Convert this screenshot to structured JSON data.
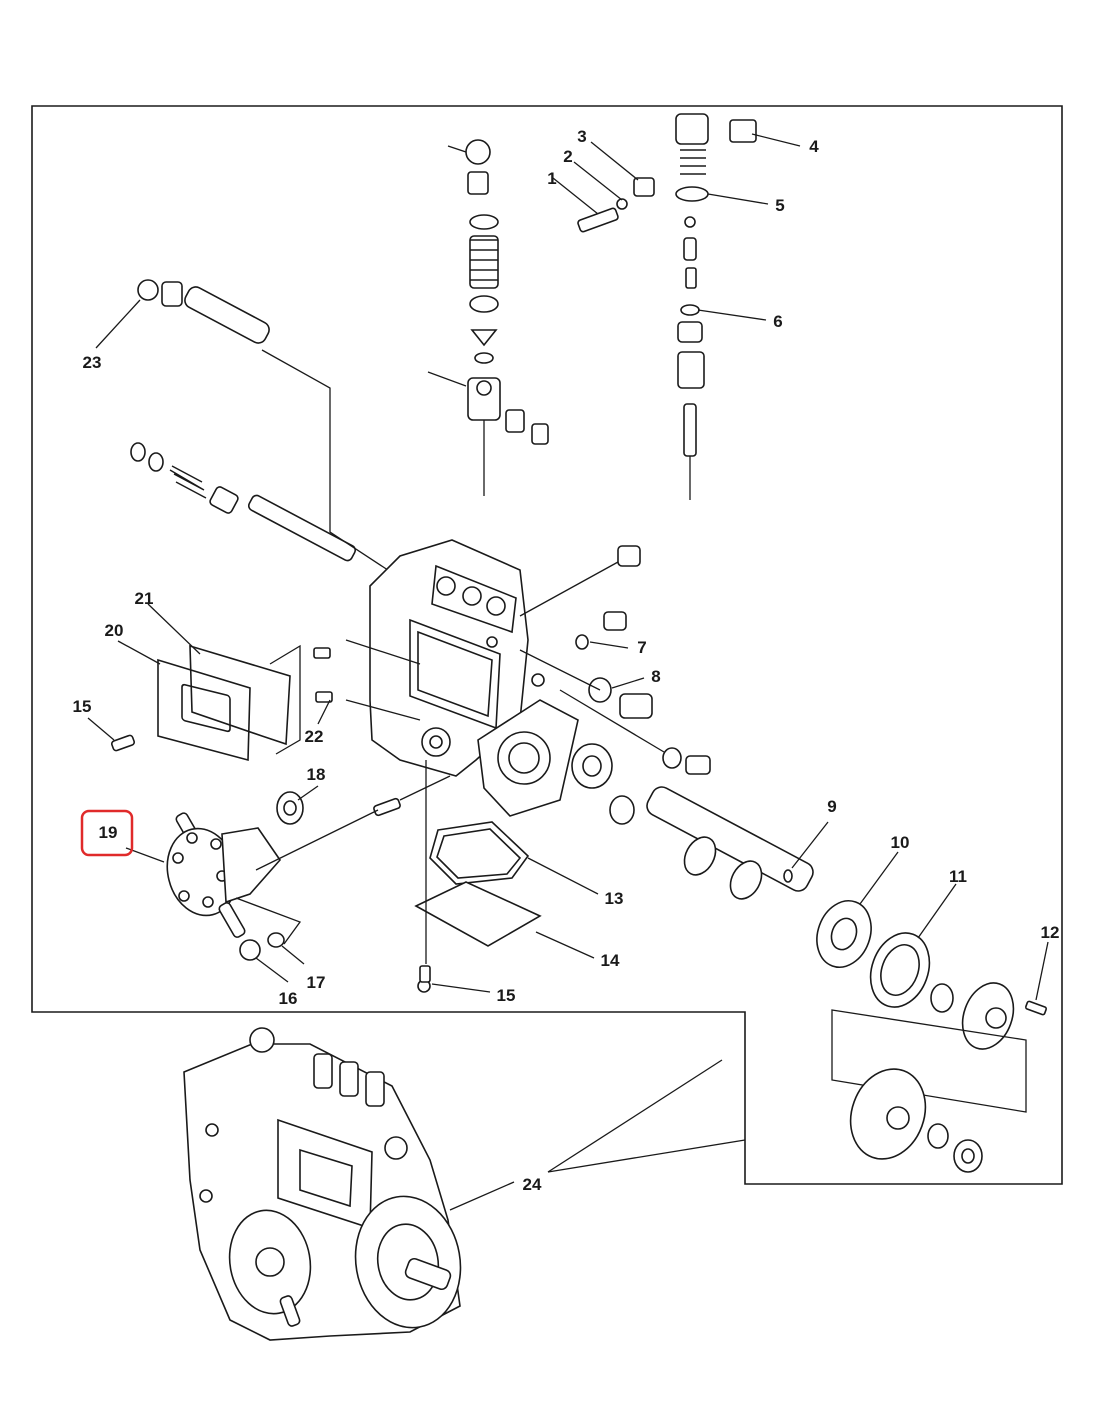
{
  "diagram": {
    "callouts": [
      "1",
      "2",
      "3",
      "4",
      "5",
      "6",
      "7",
      "8",
      "9",
      "10",
      "11",
      "12",
      "13",
      "14",
      "15",
      "16",
      "17",
      "18",
      "19",
      "20",
      "21",
      "22",
      "23",
      "24"
    ],
    "callout_15_repeat": "15",
    "highlighted_callout": "19",
    "highlight_color": "#e02a2a",
    "line_color": "#1a1a1a"
  }
}
